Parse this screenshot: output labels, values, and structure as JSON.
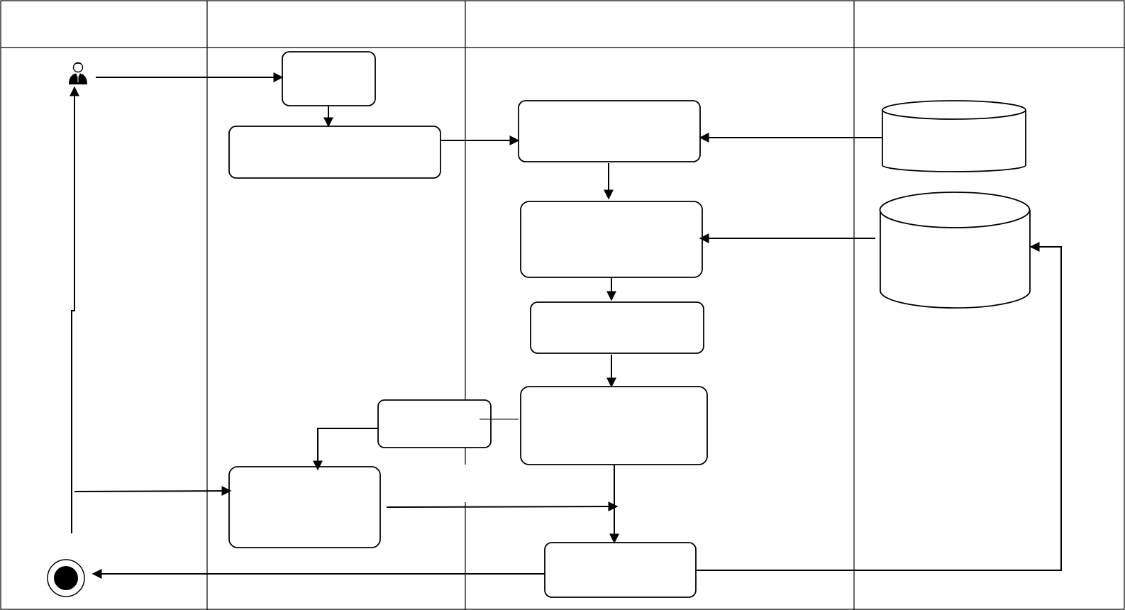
{
  "diagram": {
    "type": "swimlane-activity",
    "lanes": [
      {
        "id": "lane-1",
        "title": ""
      },
      {
        "id": "lane-2",
        "title": ""
      },
      {
        "id": "lane-3",
        "title": ""
      },
      {
        "id": "lane-4",
        "title": ""
      }
    ],
    "nodes": [
      {
        "id": "actor",
        "kind": "actor-icon",
        "icon": "user-icon"
      },
      {
        "id": "box-1",
        "kind": "activity",
        "label": ""
      },
      {
        "id": "box-2",
        "kind": "activity",
        "label": ""
      },
      {
        "id": "box-3",
        "kind": "activity",
        "label": ""
      },
      {
        "id": "box-4",
        "kind": "activity",
        "label": ""
      },
      {
        "id": "box-5",
        "kind": "activity",
        "label": ""
      },
      {
        "id": "box-6",
        "kind": "activity",
        "label": ""
      },
      {
        "id": "box-7",
        "kind": "activity",
        "label": ""
      },
      {
        "id": "box-8",
        "kind": "activity",
        "label": ""
      },
      {
        "id": "box-9",
        "kind": "activity",
        "label": ""
      },
      {
        "id": "db-1",
        "kind": "datastore",
        "label": ""
      },
      {
        "id": "db-2",
        "kind": "datastore",
        "label": ""
      },
      {
        "id": "end",
        "kind": "final-node",
        "icon": "end-node-icon"
      }
    ],
    "colors": {
      "stroke": "#000000",
      "fill": "#ffffff"
    }
  }
}
